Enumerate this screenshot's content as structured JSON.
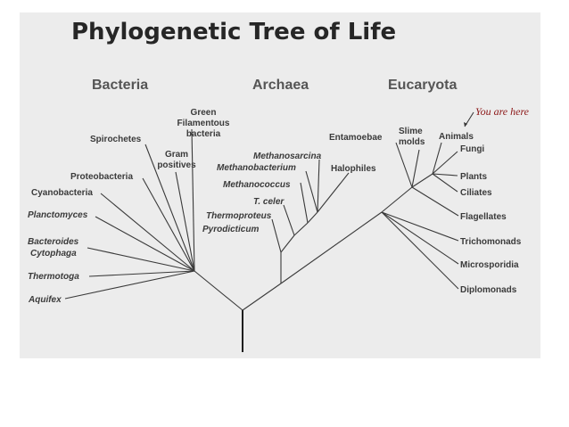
{
  "title": "Phylogenetic Tree of Life",
  "domains": [
    "Bacteria",
    "Archaea",
    "Eucaryota"
  ],
  "annotation": "You are here",
  "colors": {
    "background": "#ececec",
    "text": "#3a3a3a",
    "annotation": "#8a1414"
  },
  "taxa": {
    "bacteria": {
      "green_filamentous": [
        "Green",
        "Filamentous",
        "bacteria"
      ],
      "gram_positives": [
        "Gram",
        "positives"
      ],
      "spirochetes": "Spirochetes",
      "proteobacteria": "Proteobacteria",
      "cyanobacteria": "Cyanobacteria",
      "planctomyces": "Planctomyces",
      "bacteroides": [
        "Bacteroides",
        "Cytophaga"
      ],
      "thermotoga": "Thermotoga",
      "aquifex": "Aquifex"
    },
    "archaea": {
      "methanosarcina": "Methanosarcina",
      "methanobacterium": "Methanobacterium",
      "methanococcus": "Methanococcus",
      "t_celer": "T. celer",
      "thermoproteus": "Thermoproteus",
      "pyrodicticum": "Pyrodicticum",
      "halophiles": "Halophiles"
    },
    "eucaryota": {
      "entamoebae": "Entamoebae",
      "slime_molds": [
        "Slime",
        "molds"
      ],
      "animals": "Animals",
      "fungi": "Fungi",
      "plants": "Plants",
      "ciliates": "Ciliates",
      "flagellates": "Flagellates",
      "trichomonads": "Trichomonads",
      "microsporidia": "Microsporidia",
      "diplomonads": "Diplomonads"
    }
  }
}
